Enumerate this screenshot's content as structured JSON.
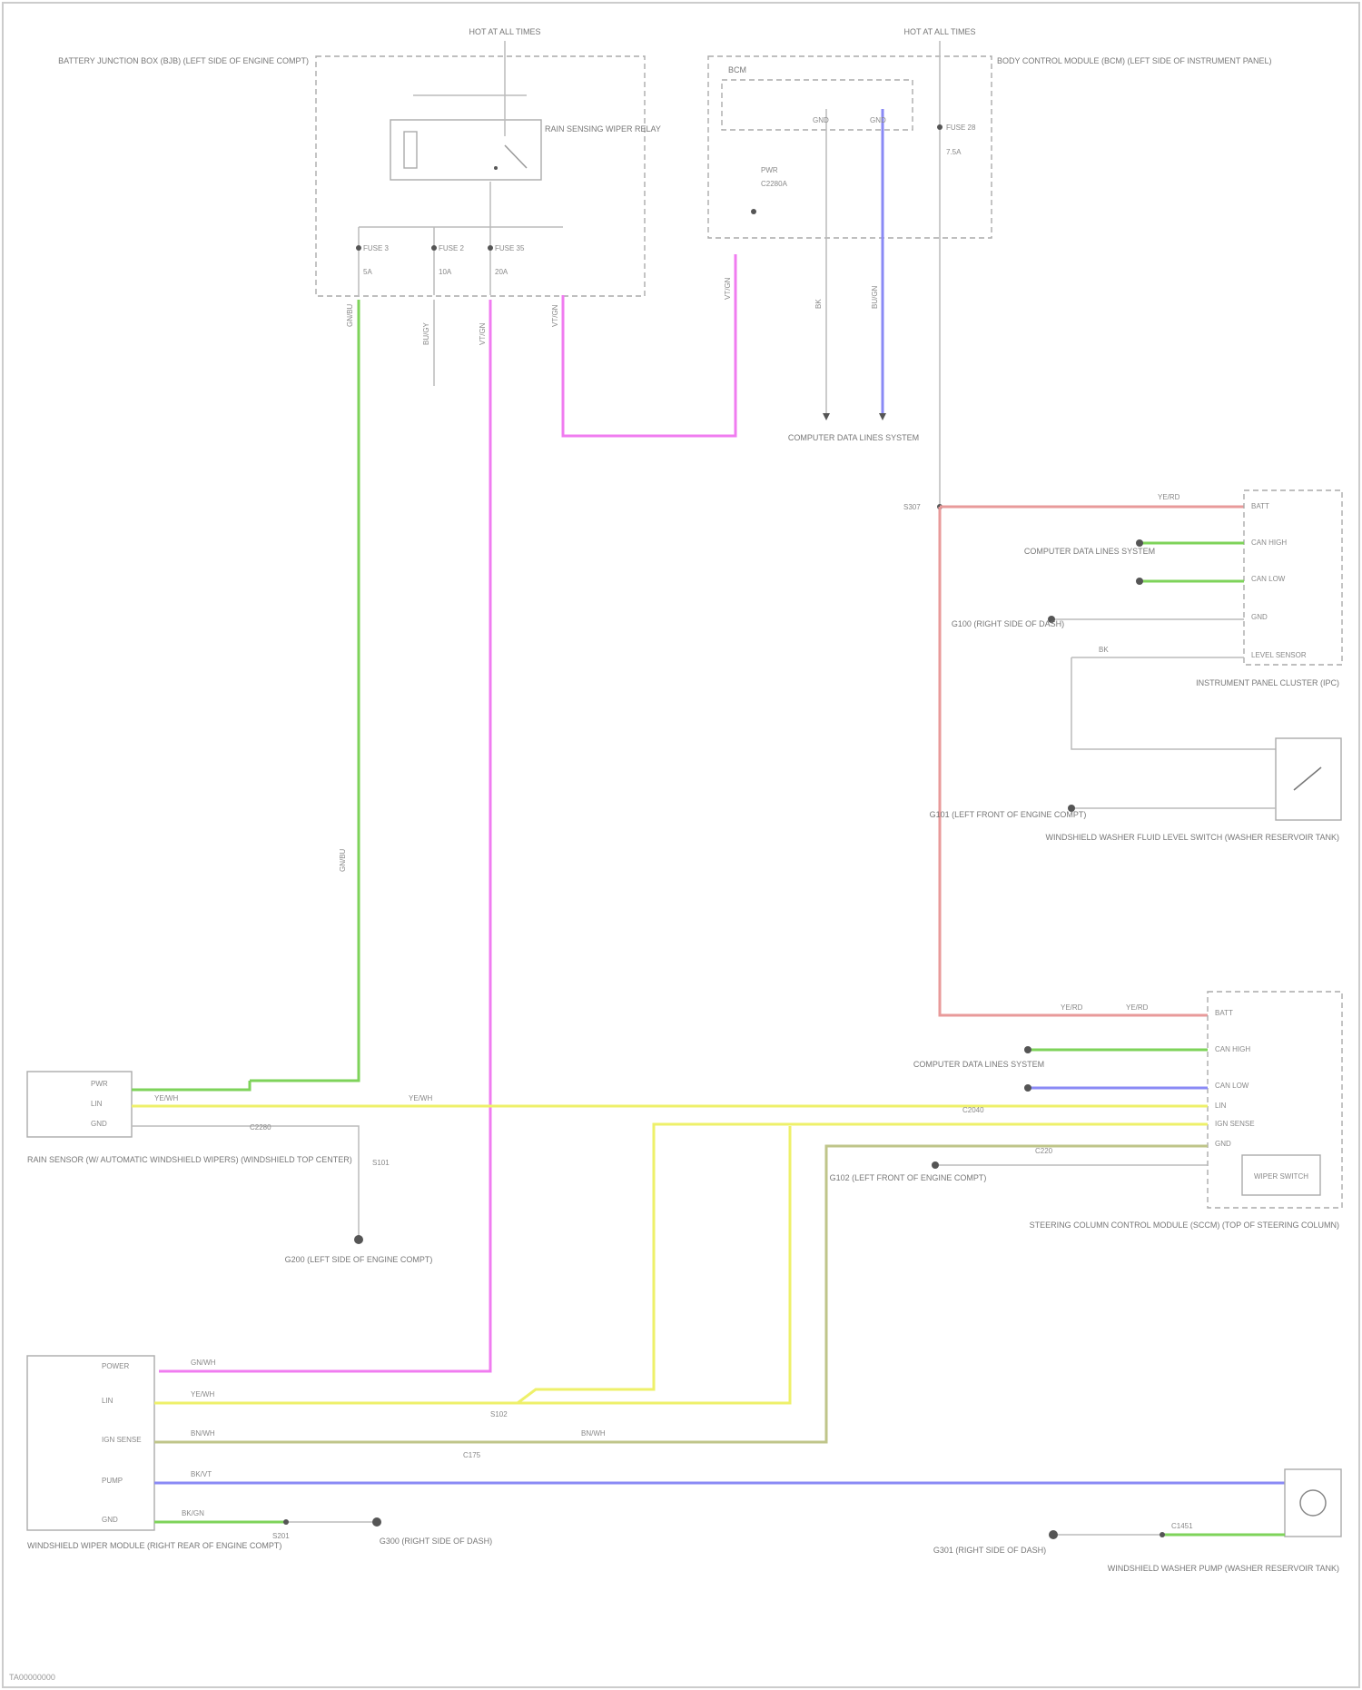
{
  "figure": {
    "id": "TA00000000"
  },
  "colors": {
    "green": "#7ed35a",
    "pink": "#f07cf0",
    "blue": "#8a8af5",
    "red": "#e89a9a",
    "yellow": "#eef06a",
    "olive": "#bfc58a",
    "gray": "#bbbbbb",
    "frame": "#cccccc"
  },
  "components": {
    "hot_at_all_times_1": "HOT AT ALL TIMES",
    "hot_at_all_times_2": "HOT AT ALL TIMES",
    "bjb": "BATTERY JUNCTION BOX (BJB) (LEFT SIDE OF ENGINE COMPT)",
    "relay": "RAIN SENSING WIPER RELAY",
    "bcm_location": "BODY CONTROL MODULE (BCM) (LEFT SIDE OF INSTRUMENT PANEL)",
    "bcm_inner": "BCM",
    "rain_sensor": "RAIN SENSOR (W/ AUTOMATIC WINDSHIELD WIPERS) (WINDSHIELD TOP CENTER)",
    "g_ground_1": "G100 (RIGHT SIDE OF DASH)",
    "g_ground_2": "G101 (LEFT FRONT OF ENGINE COMPT)",
    "g_ground_3": "G102 (LEFT FRONT OF ENGINE COMPT)",
    "g_ground_4": "G200 (LEFT SIDE OF ENGINE COMPT)",
    "g_ground_5": "G300 (RIGHT SIDE OF DASH)",
    "g_ground_6": "G301 (RIGHT SIDE OF DASH)",
    "computer_data_1": "COMPUTER DATA LINES SYSTEM",
    "computer_data_2": "COMPUTER DATA LINES SYSTEM",
    "computer_data_3": "COMPUTER DATA LINES SYSTEM",
    "wiper_motor": "WINDSHIELD WIPER MODULE (RIGHT REAR OF ENGINE COMPT)",
    "instrument_cluster": "INSTRUMENT PANEL CLUSTER (IPC)",
    "washer_fluid_switch": "WINDSHIELD WASHER FLUID LEVEL SWITCH (WASHER RESERVOIR TANK)",
    "sccm": "STEERING COLUMN CONTROL MODULE (SCCM) (TOP OF STEERING COLUMN)",
    "sccm_switch": "WIPER SWITCH",
    "washer_pump": "WINDSHIELD WASHER PUMP (WASHER RESERVOIR TANK)"
  },
  "bjb_pins": {
    "f1": "FUSE 3",
    "f1_amp": "5A",
    "f2": "FUSE 2",
    "f2_amp": "10A",
    "f3": "FUSE 35",
    "f3_amp": "20A"
  },
  "bcm_pins": {
    "a": "C2280A",
    "a_label": "PWR",
    "b": "GND",
    "c": "GND",
    "fuse": "FUSE 28",
    "fuse_amp": "7.5A"
  },
  "wires": {
    "w_green_1": "GN/BU",
    "w_gray_1": "BU/GY",
    "w_pink_1": "VT/GN",
    "w_pink_2": "VT/GN",
    "w_pink_3": "VT/GN",
    "w_blk_1": "BK",
    "w_blk_2": "BK",
    "w_blue": "BU/GN",
    "w_red": "YE/RD",
    "w_red_2": "YE/RD",
    "w_red_3": "YE/RD",
    "w_yel_1": "YE/WH",
    "w_yel_2": "YE/WH",
    "w_yel_3": "YE/WH",
    "w_ol_1": "BN/WH",
    "w_ol_2": "BN/WH",
    "w_blkvt": "BK/VT",
    "w_blkgn": "BK/GN",
    "w_gnbu": "GN/BU",
    "w_gnwh": "GN/WH"
  },
  "connectors": {
    "c1": "C2280",
    "c2": "C175",
    "c3": "S101",
    "c4": "S102",
    "c5": "S201",
    "c6": "C220",
    "c7": "C2040",
    "c8": "C1451",
    "c9": "S307"
  },
  "pin_labels": {
    "rain_pwr": "PWR",
    "rain_lin": "LIN",
    "rain_gnd": "GND",
    "ipc_batt": "BATT",
    "ipc_can_h": "CAN HIGH",
    "ipc_can_l": "CAN LOW",
    "ipc_gnd": "GND",
    "ipc_level": "LEVEL SENSOR",
    "sccm_batt": "BATT",
    "sccm_can_h": "CAN HIGH",
    "sccm_can_l": "CAN LOW",
    "sccm_lin": "LIN",
    "sccm_ign": "IGN SENSE",
    "sccm_gnd": "GND",
    "wm_power": "POWER",
    "wm_lin": "LIN",
    "wm_ign": "IGN SENSE",
    "wm_pump": "PUMP",
    "wm_gnd": "GND"
  }
}
